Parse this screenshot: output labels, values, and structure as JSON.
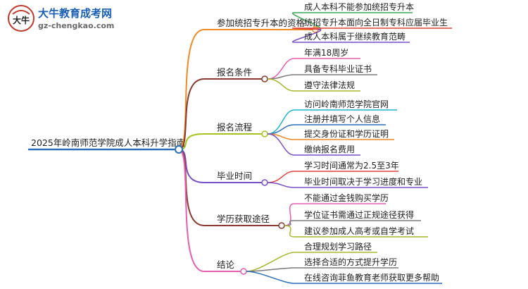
{
  "logo": {
    "title": "大牛教育成考网",
    "url": "gz-chengkao.com",
    "mark_text": "大牛"
  },
  "root": {
    "label": "2025年岭南师范学院成人本科升学指南",
    "color": "#2a6fb8"
  },
  "branches": [
    {
      "label": "参加统招专升本的资格",
      "color": "#f08a24",
      "children": [
        {
          "label": "成人本科不能参加统招专升本",
          "color": "#3aa655"
        },
        {
          "label": "统招专升本面向全日制专科应届毕业生",
          "color": "#e0413a"
        },
        {
          "label": "成人本科属于继续教育范畴",
          "color": "#7b4fc4"
        }
      ]
    },
    {
      "label": "报名条件",
      "color": "#8a3a2e",
      "children": [
        {
          "label": "年满18周岁",
          "color": "#e45fb0"
        },
        {
          "label": "具备专科毕业证书",
          "color": "#7a7a7a"
        },
        {
          "label": "遵守法律法规",
          "color": "#a8b72a"
        }
      ]
    },
    {
      "label": "报名流程",
      "color": "#a7c21f",
      "children": [
        {
          "label": "访问岭南师范学院官网",
          "color": "#1fb3c9"
        },
        {
          "label": "注册并填写个人信息",
          "color": "#2a6fb8"
        },
        {
          "label": "提交身份证和学历证明",
          "color": "#f08a24"
        },
        {
          "label": "缴纳报名费用",
          "color": "#7b4fc4"
        }
      ]
    },
    {
      "label": "毕业时间",
      "color": "#7b4fc4",
      "children": [
        {
          "label": "学习时间通常为2.5至3年",
          "color": "#e0413a"
        },
        {
          "label": "毕业时间取决于学习进度和专业",
          "color": "#7b4fc4"
        }
      ]
    },
    {
      "label": "学历获取途径",
      "color": "#8a3a2e",
      "children": [
        {
          "label": "不能通过金钱购买学历",
          "color": "#e45fb0"
        },
        {
          "label": "学位证书需通过正规途径获得",
          "color": "#7a7a7a"
        },
        {
          "label": "建议参加成人高考或自学考试",
          "color": "#a8b72a"
        }
      ]
    },
    {
      "label": "结论",
      "color": "#e45fb0",
      "children": [
        {
          "label": "合理规划学习路径",
          "color": "#a8b72a"
        },
        {
          "label": "选择合适的方式提升学历",
          "color": "#7a7a7a"
        },
        {
          "label": "在线咨询菲鱼教育老师获取更多帮助",
          "color": "#2a6fb8"
        }
      ]
    }
  ]
}
